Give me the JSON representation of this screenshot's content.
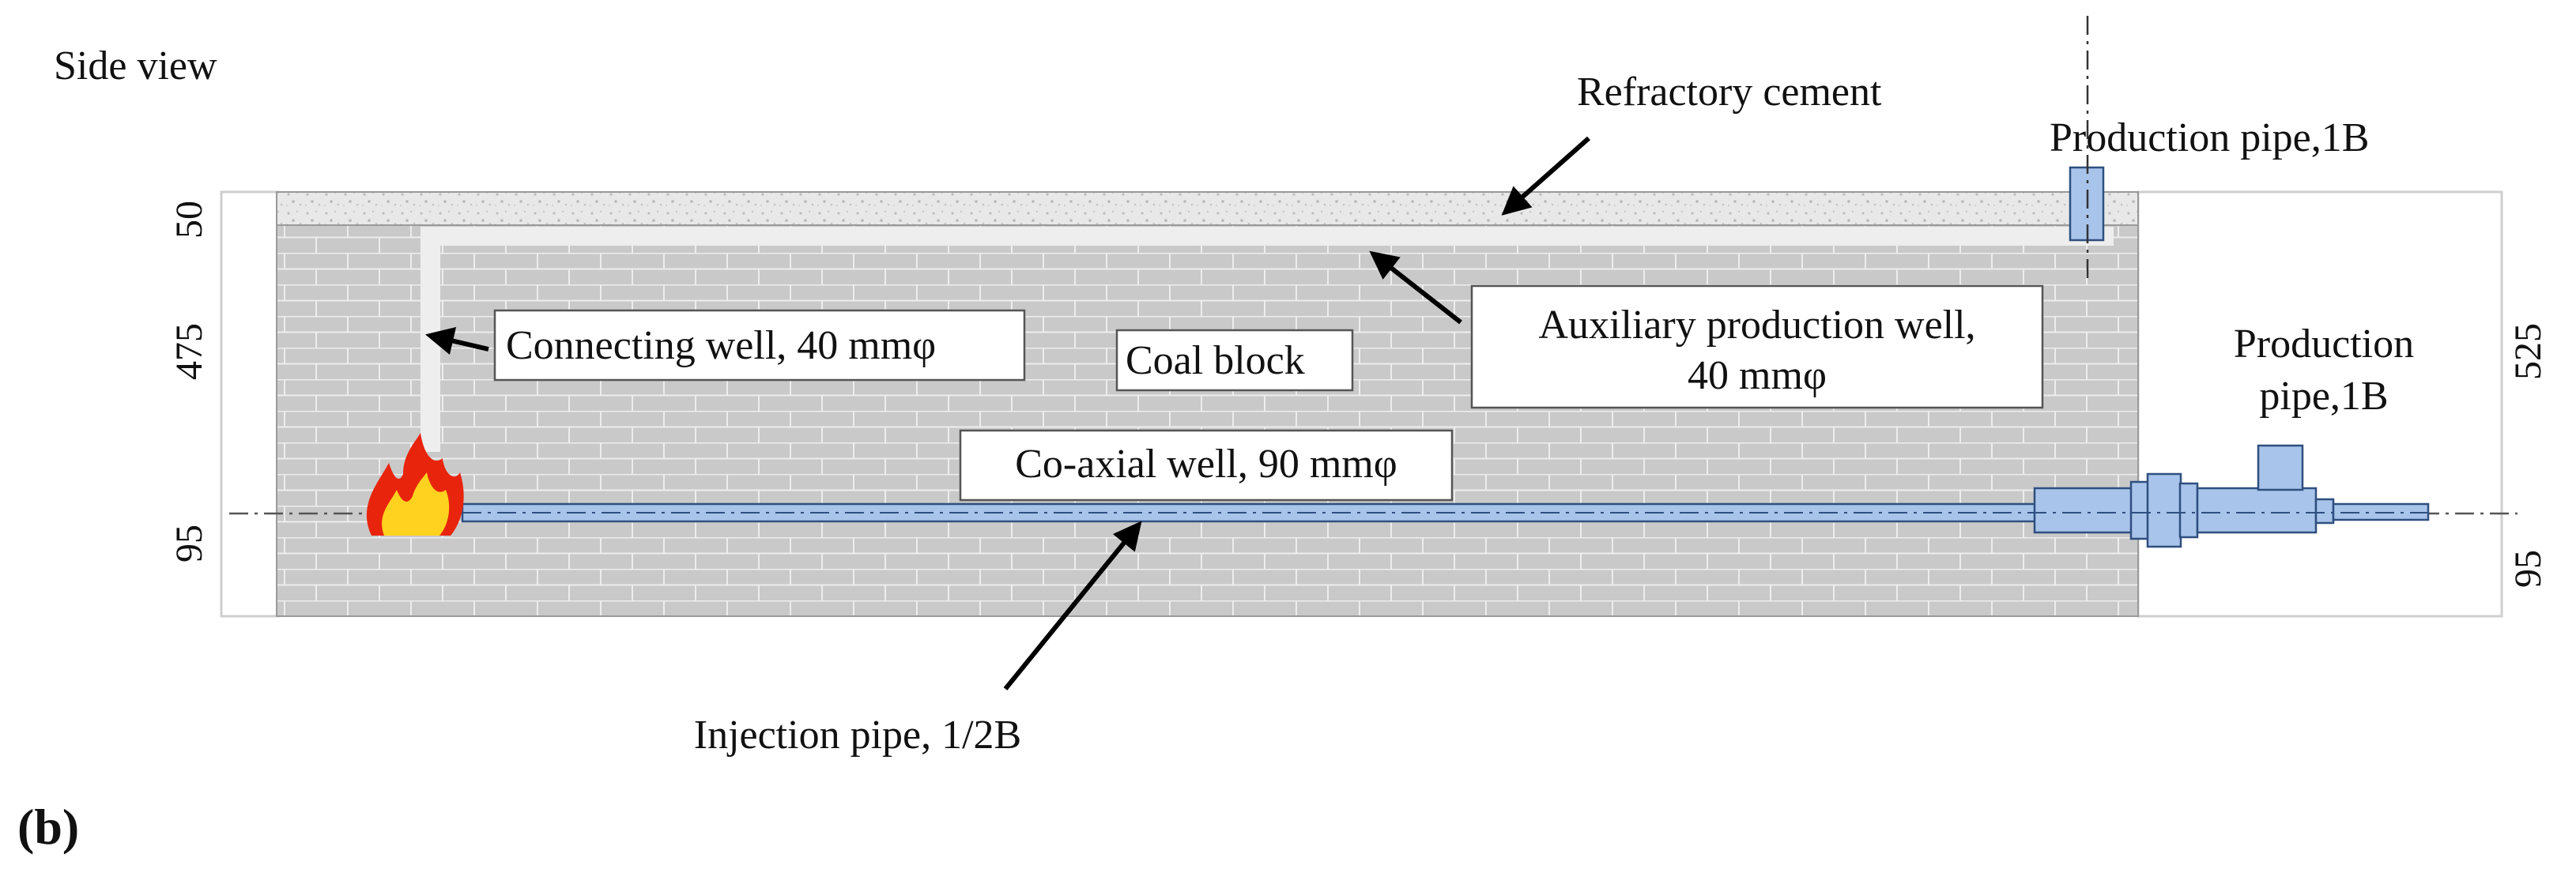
{
  "view_title": "Side view",
  "panel_label": "(b)",
  "labels": {
    "refractory_cement": "Refractory cement",
    "production_pipe_top": "Production pipe,1B",
    "connecting_well": "Connecting well, 40 mmφ",
    "coal_block": "Coal block",
    "auxiliary_well_line1": "Auxiliary production well,",
    "auxiliary_well_line2": "40 mmφ",
    "production_pipe_right_line1": "Production",
    "production_pipe_right_line2": "pipe,1B",
    "coaxial_well": "Co-axial well, 90 mmφ",
    "injection_pipe": "Injection pipe, 1/2B"
  },
  "dimensions": {
    "left_top": "50",
    "left_middle": "475",
    "left_bottom": "95",
    "right_top": "525",
    "right_bottom": "95"
  },
  "colors": {
    "coal_block": "#c8c8c8",
    "brick_line": "#ececec",
    "refractory": "#e6e6e6",
    "well_channel": "#eeeeee",
    "pipe_fill": "#a9c4ea",
    "pipe_stroke": "#2f4f7f",
    "flame_outer": "#e8240c",
    "flame_inner": "#ffd21f"
  },
  "icons": {
    "flame": "fire-icon"
  }
}
